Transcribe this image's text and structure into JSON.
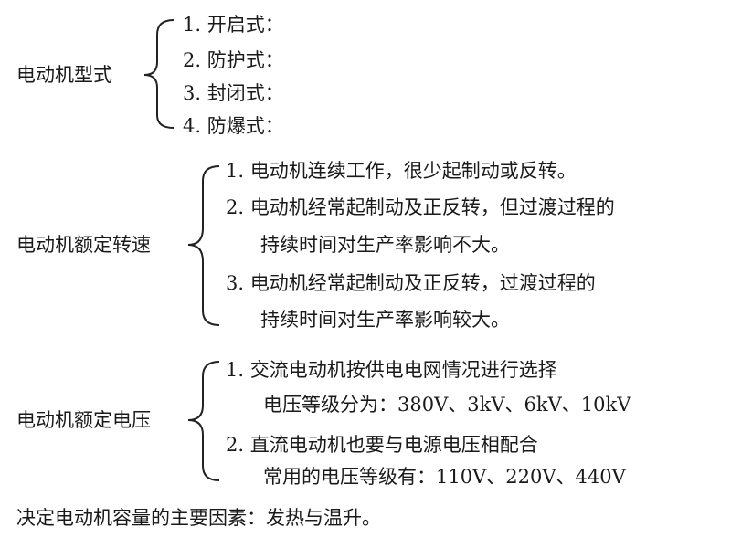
{
  "groups": [
    {
      "label": "电动机型式",
      "items": [
        "1. 开启式：",
        "2. 防护式：",
        "3. 封闭式：",
        "4. 防爆式："
      ]
    },
    {
      "label": "电动机额定转速",
      "items": [
        "1. 电动机连续工作，很少起制动或反转。",
        "2. 电动机经常起制动及正反转，但过渡过程的",
        "持续时间对生产率影响不大。",
        "3. 电动机经常起制动及正反转，过渡过程的",
        "持续时间对生产率影响较大。"
      ]
    },
    {
      "label": "电动机额定电压",
      "items": [
        "1. 交流电动机按供电电网情况进行选择",
        "电压等级分为：380V、3kV、6kV、10kV",
        "2. 直流电动机也要与电源电压相配合",
        "常用的电压等级有：110V、220V、440V"
      ]
    }
  ],
  "footer": "决定电动机容量的主要因素：发热与温升。"
}
